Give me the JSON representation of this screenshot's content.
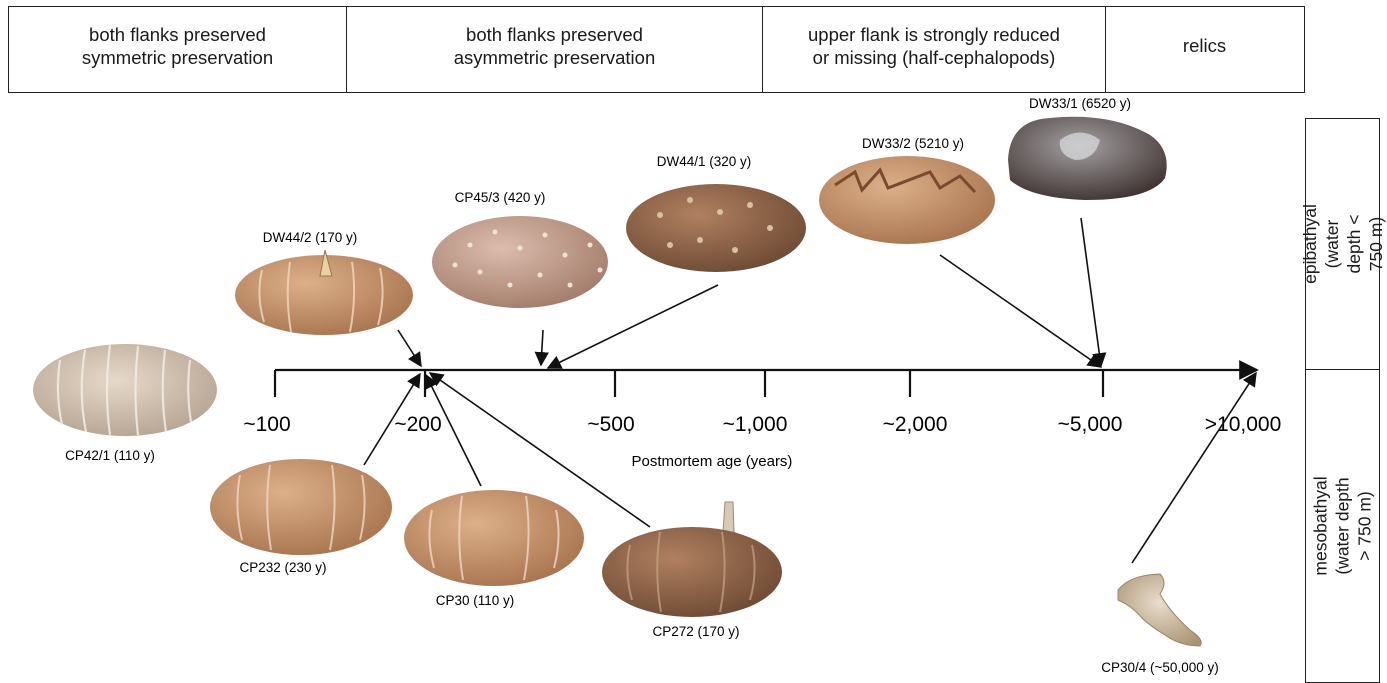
{
  "categories": [
    "both flanks preserved\nsymmetric preservation",
    "both flanks preserved\nasymmetric preservation",
    "upper flank is strongly reduced\nor missing (half-cephalopods)",
    "relics"
  ],
  "zones": {
    "top": "epibathyal\n(water depth < 750 m)",
    "bottom": "mesobathyal\n(water depth > 750 m)"
  },
  "axis": {
    "title": "Postmortem age (years)",
    "ticks": [
      "~100",
      "~200",
      "~500",
      "~1,000",
      "~2,000",
      "~5,000",
      ">10,000"
    ]
  },
  "specimens": [
    {
      "label": "CP42/1 (110 y)"
    },
    {
      "label": "DW44/2 (170 y)"
    },
    {
      "label": "CP45/3 (420 y)"
    },
    {
      "label": "DW44/1 (320 y)"
    },
    {
      "label": "DW33/2 (5210 y)"
    },
    {
      "label": "DW33/1 (6520 y)"
    },
    {
      "label": "CP232 (230 y)"
    },
    {
      "label": "CP30 (110 y)"
    },
    {
      "label": "CP272 (170 y)"
    },
    {
      "label": "CP30/4 (~50,000 y)"
    }
  ],
  "colors": {
    "line": "#111111",
    "shell_pale": "#d8c8b6",
    "shell_tan": "#c89874",
    "shell_pink": "#c49a86",
    "shell_brown": "#8a6248",
    "shell_dark": "#5c4a40",
    "relic": "#d3c1a8"
  }
}
